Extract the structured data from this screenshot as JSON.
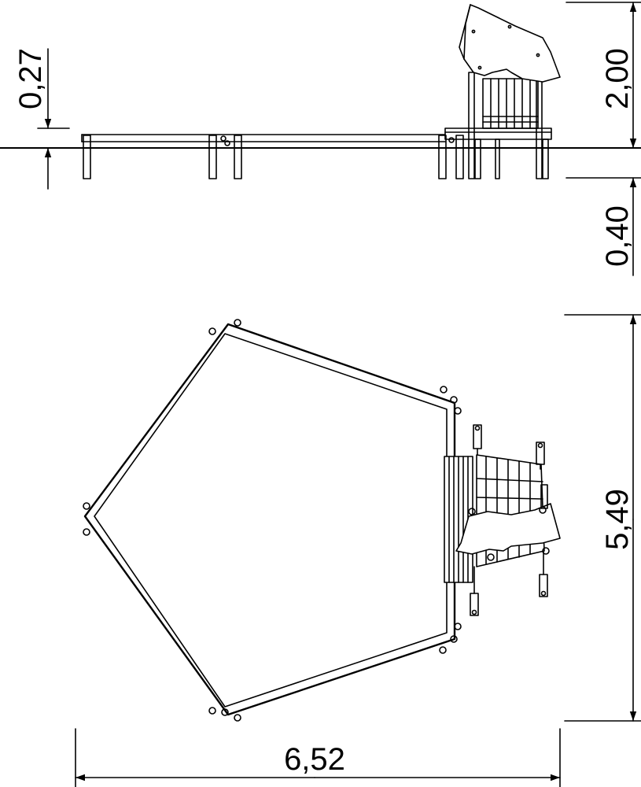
{
  "dimensions": {
    "top_height": "2,00",
    "ground_offset": "0,27",
    "below_ground": "0,40",
    "plan_depth": "5,49",
    "plan_width": "6,52"
  }
}
